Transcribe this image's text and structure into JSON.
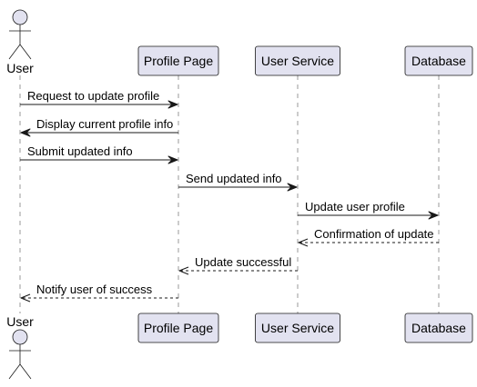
{
  "participants": [
    {
      "id": "user",
      "label": "User",
      "kind": "actor"
    },
    {
      "id": "profile",
      "label": "Profile Page",
      "kind": "participant"
    },
    {
      "id": "service",
      "label": "User Service",
      "kind": "participant"
    },
    {
      "id": "db",
      "label": "Database",
      "kind": "participant"
    }
  ],
  "messages": [
    {
      "from": "user",
      "to": "profile",
      "label": "Request to update profile",
      "style": "solid"
    },
    {
      "from": "profile",
      "to": "user",
      "label": "Display current profile info",
      "style": "solid"
    },
    {
      "from": "user",
      "to": "profile",
      "label": "Submit updated info",
      "style": "solid"
    },
    {
      "from": "profile",
      "to": "service",
      "label": "Send updated info",
      "style": "solid"
    },
    {
      "from": "service",
      "to": "db",
      "label": "Update user profile",
      "style": "solid"
    },
    {
      "from": "db",
      "to": "service",
      "label": "Confirmation of update",
      "style": "dashed"
    },
    {
      "from": "service",
      "to": "profile",
      "label": "Update successful",
      "style": "dashed"
    },
    {
      "from": "profile",
      "to": "user",
      "label": "Notify user of success",
      "style": "dashed"
    }
  ]
}
